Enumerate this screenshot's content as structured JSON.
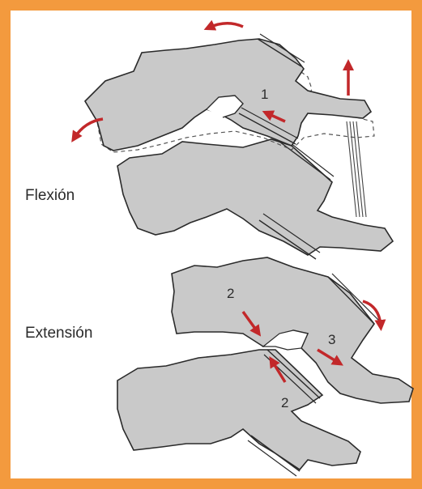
{
  "labels": {
    "flexion": "Flexión",
    "extension": "Extensión"
  },
  "markers": {
    "m1": "1",
    "m2_top": "2",
    "m3": "3",
    "m2_bottom": "2"
  },
  "colors": {
    "frame": "#f39a3e",
    "bone_fill": "#c9c9c9",
    "outline": "#2a2a2a",
    "arrow": "#c2282a",
    "dashed": "#555555"
  }
}
